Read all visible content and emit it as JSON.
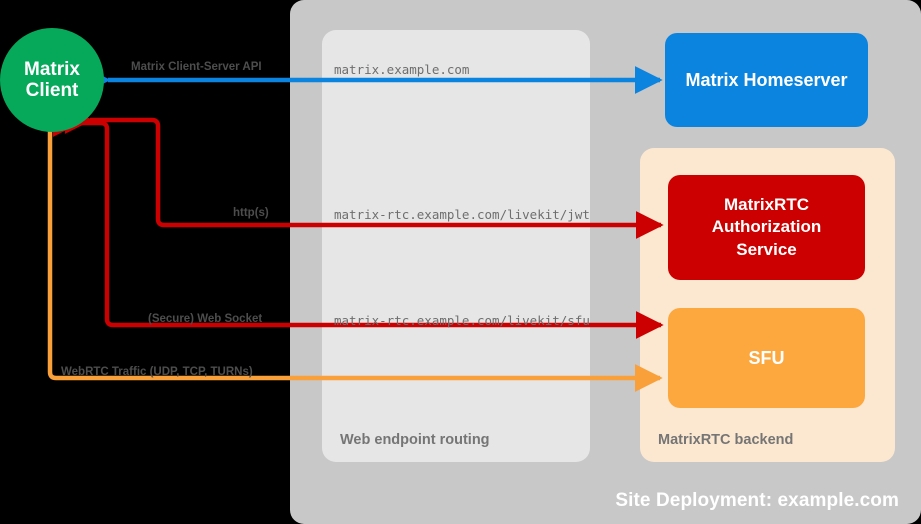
{
  "diagram": {
    "title": "Site Deployment: example.com",
    "background_color": "#000000"
  },
  "zones": {
    "site": {
      "label": "Site Deployment: example.com",
      "color": "#c8c8c8"
    },
    "routing": {
      "label": "Web endpoint routing",
      "color": "#e6e6e6"
    },
    "backend": {
      "label": "MatrixRTC backend",
      "color": "#fce8d0"
    }
  },
  "nodes": {
    "client": {
      "label_line1": "Matrix",
      "label_line2": "Client",
      "color": "#06a85a"
    },
    "homeserver": {
      "label": "Matrix Homeserver",
      "color": "#0b84e0"
    },
    "auth": {
      "label_line1": "MatrixRTC",
      "label_line2": "Authorization",
      "label_line3": "Service",
      "color": "#cc0000"
    },
    "sfu": {
      "label": "SFU",
      "color": "#fca83f"
    }
  },
  "connections": [
    {
      "id": "cs-api",
      "protocol_label": "Matrix Client-Server API",
      "endpoint": "matrix.example.com",
      "color": "#0b84e0",
      "direction": "bidirectional",
      "from": "client",
      "to": "homeserver"
    },
    {
      "id": "jwt",
      "protocol_label": "http(s)",
      "endpoint": "matrix-rtc.example.com/livekit/jwt",
      "color": "#cc0000",
      "direction": "bidirectional",
      "from": "client",
      "to": "auth"
    },
    {
      "id": "sfu-ws",
      "protocol_label": "(Secure) Web Socket",
      "endpoint": "matrix-rtc.example.com/livekit/sfu",
      "color": "#cc0000",
      "direction": "bidirectional",
      "from": "client",
      "to": "sfu"
    },
    {
      "id": "webrtc",
      "protocol_label": "WebRTC Traffic (UDP, TCP, TURNs)",
      "endpoint": "",
      "color": "#f9a03a",
      "direction": "bidirectional",
      "from": "client",
      "to": "sfu"
    }
  ]
}
